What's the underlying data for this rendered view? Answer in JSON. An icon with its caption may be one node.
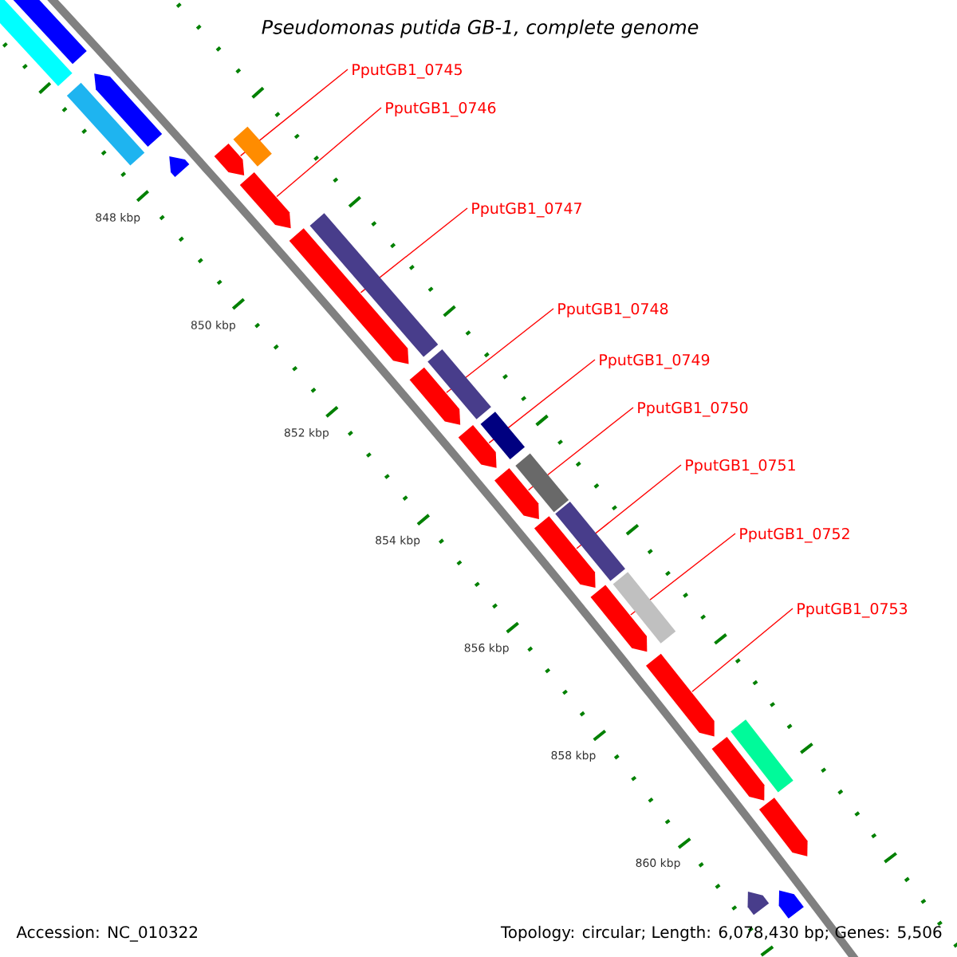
{
  "diagram": {
    "title": "Pseudomonas putida GB-1, complete genome",
    "nodes": [
      {
        "text": [
          "PputGB1_0745"
        ]
      },
      {
        "text": [
          "PputGB1_0746"
        ]
      },
      {
        "text": [
          "PputGB1_0747"
        ]
      },
      {
        "text": [
          "PputGB1_0748"
        ]
      },
      {
        "text": [
          "PputGB1_0749"
        ]
      },
      {
        "text": [
          "PputGB1_0750"
        ]
      },
      {
        "text": [
          "PputGB1_0751"
        ]
      },
      {
        "text": [
          "PputGB1_0752"
        ]
      },
      {
        "text": [
          "PputGB1_0753"
        ]
      },
      {
        "text": [],
        "shape": "pentagon"
      },
      {
        "text": [],
        "shape": "pentagon"
      },
      {
        "text": [],
        "shape": "pentagon"
      },
      {
        "text": [],
        "shape": "pentagon"
      },
      {
        "text": [],
        "shape": "pentagon"
      },
      {
        "text": [],
        "shape": "pentagon"
      },
      {
        "text": [],
        "shape": "pentagon"
      },
      {
        "text": [],
        "shape": "pentagon"
      },
      {
        "text": [],
        "shape": "pentagon"
      },
      {
        "text": [],
        "shape": "pentagon"
      },
      {
        "text": [],
        "shape": "pentagon"
      },
      {
        "text": [],
        "shape": "bar"
      },
      {
        "text": [],
        "shape": "bar"
      },
      {
        "text": [],
        "shape": "bar"
      },
      {
        "text": [],
        "shape": "pentagon"
      },
      {
        "text": [],
        "shape": "pentagon"
      },
      {
        "text": [],
        "shape": "bar"
      },
      {
        "text": [],
        "shape": "bar"
      },
      {
        "text": [],
        "shape": "bar"
      },
      {
        "text": [],
        "shape": "bar"
      },
      {
        "text": [],
        "shape": "bar"
      },
      {
        "text": [],
        "shape": "bar"
      },
      {
        "text": [],
        "shape": "bar"
      },
      {
        "text": [],
        "shape": "bar"
      },
      {
        "text": [],
        "shape": "pentagon"
      },
      {
        "text": [],
        "shape": "pentagon"
      }
    ],
    "edges": [
      {
        "from": 0,
        "to": 9,
        "arrow": "none"
      },
      {
        "from": 1,
        "to": 10,
        "arrow": "none"
      },
      {
        "from": 2,
        "to": 11,
        "arrow": "none"
      },
      {
        "from": 3,
        "to": 12,
        "arrow": "none"
      },
      {
        "from": 4,
        "to": 13,
        "arrow": "none"
      },
      {
        "from": 5,
        "to": 14,
        "arrow": "none"
      },
      {
        "from": 6,
        "to": 15,
        "arrow": "none"
      },
      {
        "from": 7,
        "to": 16,
        "arrow": "none"
      },
      {
        "from": 8,
        "to": 17,
        "arrow": "none"
      }
    ],
    "labels": [
      "848 kbp",
      "850 kbp",
      "852 kbp",
      "854 kbp",
      "856 kbp",
      "858 kbp",
      "860 kbp",
      "Accession: NC_010322",
      "Topology: circular; Length: 6,078,430 bp; Genes: 5,506"
    ]
  }
}
